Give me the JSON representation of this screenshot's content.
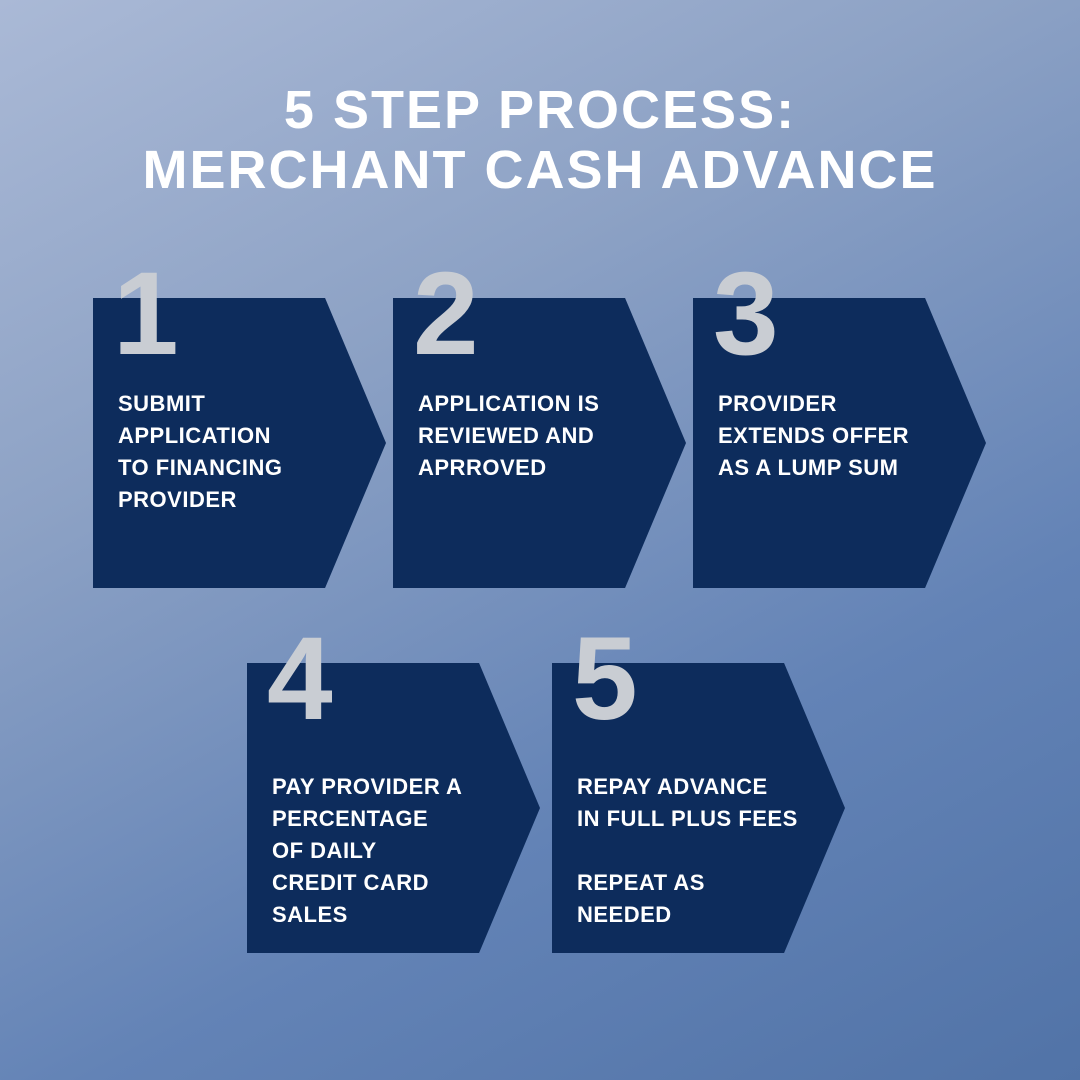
{
  "title": "5 STEP PROCESS:\nMERCHANT CASH ADVANCE",
  "steps": [
    {
      "number": "1",
      "text": "SUBMIT\nAPPLICATION\nTO FINANCING\nPROVIDER"
    },
    {
      "number": "2",
      "text": "APPLICATION IS\nREVIEWED AND\nAPRROVED"
    },
    {
      "number": "3",
      "text": "PROVIDER\nEXTENDS OFFER\nAS A LUMP SUM"
    },
    {
      "number": "4",
      "text": "PAY PROVIDER A\nPERCENTAGE\nOF DAILY\nCREDIT CARD\nSALES"
    },
    {
      "number": "5",
      "text": "REPAY ADVANCE\nIN FULL PLUS FEES\n\nREPEAT AS\nNEEDED"
    }
  ],
  "colors": {
    "bg-top-left": "#aab9d6",
    "bg-upper-mid": "#8da2c5",
    "bg-lower-mid": "#6383b6",
    "bg-bottom": "#5173a7",
    "box-navy": "#0d2c5c",
    "number-gray": "#c9cdd3",
    "title-text": "#ffffff",
    "step-text": "#ffffff"
  }
}
